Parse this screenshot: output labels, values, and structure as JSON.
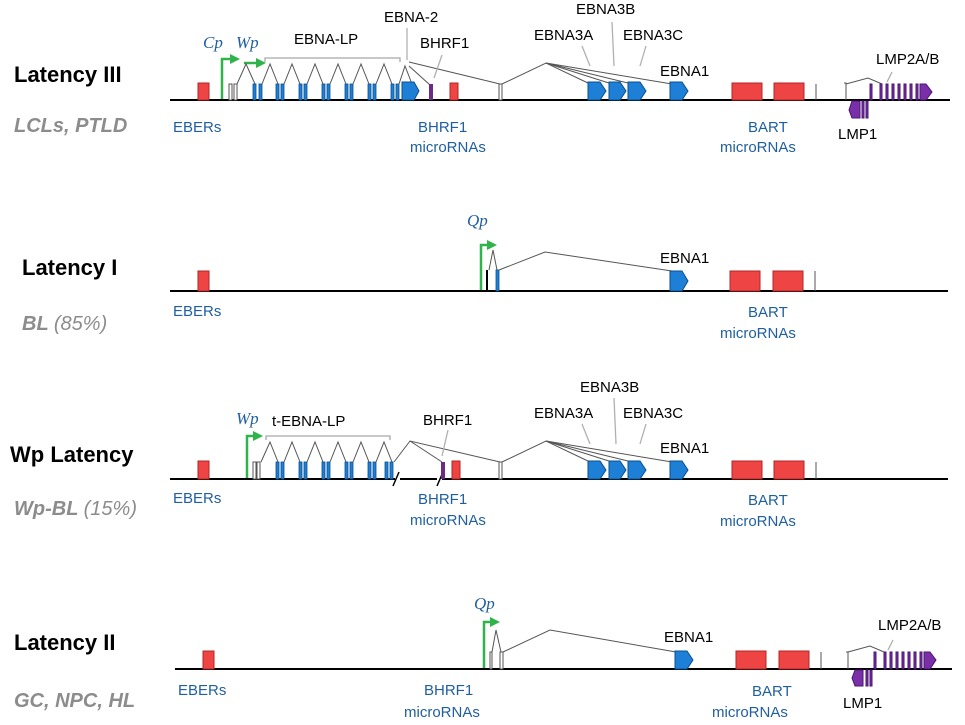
{
  "panels": [
    {
      "title": "Latency III",
      "subtitle_main": "LCLs, PTLD",
      "subtitle_extra": "",
      "promoters": [
        "Cp",
        "Wp"
      ],
      "labels": {
        "ebna_lp": "EBNA-LP",
        "ebna2": "EBNA-2",
        "bhrf1": "BHRF1",
        "ebna3a": "EBNA3A",
        "ebna3b": "EBNA3B",
        "ebna3c": "EBNA3C",
        "ebna1": "EBNA1",
        "lmp2": "LMP2A/B",
        "lmp1": "LMP1",
        "ebers": "EBERs",
        "bhrf1_mir_1": "BHRF1",
        "bhrf1_mir_2": "microRNAs",
        "bart_1": "BART",
        "bart_2": "microRNAs"
      }
    },
    {
      "title": "Latency I",
      "subtitle_main": "BL",
      "subtitle_extra": "(85%)",
      "promoters": [
        "Qp"
      ],
      "labels": {
        "ebna1": "EBNA1",
        "ebers": "EBERs",
        "bart_1": "BART",
        "bart_2": "microRNAs"
      }
    },
    {
      "title": "Wp Latency",
      "subtitle_main": "Wp-BL",
      "subtitle_extra": "(15%)",
      "promoters": [
        "Wp"
      ],
      "labels": {
        "ebna_lp": "t-EBNA-LP",
        "bhrf1": "BHRF1",
        "ebna3a": "EBNA3A",
        "ebna3b": "EBNA3B",
        "ebna3c": "EBNA3C",
        "ebna1": "EBNA1",
        "ebers": "EBERs",
        "bhrf1_mir_1": "BHRF1",
        "bhrf1_mir_2": "microRNAs",
        "bart_1": "BART",
        "bart_2": "microRNAs"
      }
    },
    {
      "title": "Latency II",
      "subtitle_main": "GC, NPC, HL",
      "subtitle_extra": "",
      "promoters": [
        "Qp"
      ],
      "labels": {
        "ebna1": "EBNA1",
        "lmp2": "LMP2A/B",
        "lmp1": "LMP1",
        "ebers": "EBERs",
        "bhrf1_mir_1": "BHRF1",
        "bhrf1_mir_2": "microRNAs",
        "bart_1": "BART",
        "bart_2": "microRNAs"
      }
    }
  ],
  "colors": {
    "accent_blue": "#1f5f9f",
    "gene_blue": "#1e7fd6",
    "gene_red": "#ee4444",
    "gene_purple": "#7a2ea8",
    "promoter_green": "#2fb34a",
    "subtitle_gray": "#8c8c8c"
  }
}
